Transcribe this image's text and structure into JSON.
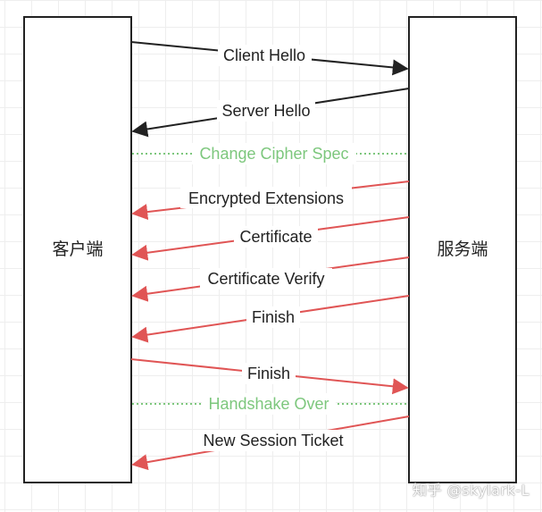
{
  "lifelines": {
    "client": "客户端",
    "server": "服务端"
  },
  "messages": [
    {
      "label": "Client Hello",
      "style": "solid",
      "color": "#222222"
    },
    {
      "label": "Server Hello",
      "style": "solid",
      "color": "#222222"
    },
    {
      "label": "Change Cipher Spec",
      "style": "dotted",
      "color": "#7dc77d"
    },
    {
      "label": "Encrypted Extensions",
      "style": "solid",
      "color": "#e05555"
    },
    {
      "label": "Certificate",
      "style": "solid",
      "color": "#e05555"
    },
    {
      "label": "Certificate Verify",
      "style": "solid",
      "color": "#e05555"
    },
    {
      "label": "Finish",
      "style": "solid",
      "color": "#e05555"
    },
    {
      "label": "Finish",
      "style": "solid",
      "color": "#e05555"
    },
    {
      "label": "Handshake Over",
      "style": "dotted",
      "color": "#7dc77d"
    },
    {
      "label": "New Session Ticket",
      "style": "solid",
      "color": "#e05555"
    }
  ],
  "watermark": "知乎 @skylark-L"
}
